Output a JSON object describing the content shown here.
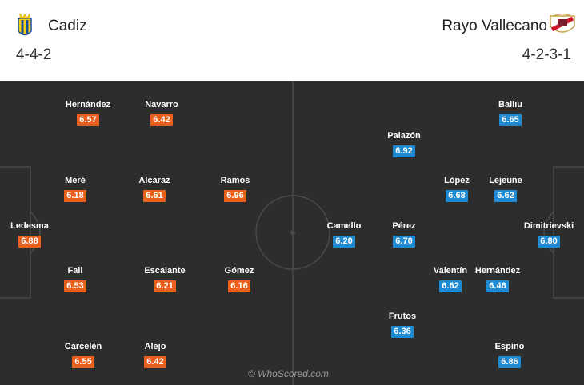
{
  "home": {
    "name": "Cadiz",
    "formation": "4-4-2",
    "players": [
      {
        "name": "Hernández",
        "rating": "6.57"
      },
      {
        "name": "Navarro",
        "rating": "6.42"
      },
      {
        "name": "Meré",
        "rating": "6.18"
      },
      {
        "name": "Alcaraz",
        "rating": "6.61"
      },
      {
        "name": "Ramos",
        "rating": "6.96"
      },
      {
        "name": "Ledesma",
        "rating": "6.88"
      },
      {
        "name": "Fali",
        "rating": "6.53"
      },
      {
        "name": "Escalante",
        "rating": "6.21"
      },
      {
        "name": "Gómez",
        "rating": "6.16"
      },
      {
        "name": "Carcelén",
        "rating": "6.55"
      },
      {
        "name": "Alejo",
        "rating": "6.42"
      }
    ]
  },
  "away": {
    "name": "Rayo Vallecano",
    "formation": "4-2-3-1",
    "players": [
      {
        "name": "Balliu",
        "rating": "6.65"
      },
      {
        "name": "Palazón",
        "rating": "6.92"
      },
      {
        "name": "López",
        "rating": "6.68"
      },
      {
        "name": "Lejeune",
        "rating": "6.62"
      },
      {
        "name": "Camello",
        "rating": "6.20"
      },
      {
        "name": "Pérez",
        "rating": "6.70"
      },
      {
        "name": "Dimitrievski",
        "rating": "6.80"
      },
      {
        "name": "Valentín",
        "rating": "6.62"
      },
      {
        "name": "Hernández",
        "rating": "6.46"
      },
      {
        "name": "Frutos",
        "rating": "6.36"
      },
      {
        "name": "Espino",
        "rating": "6.86"
      }
    ]
  },
  "watermark": "© WhoScored.com",
  "colors": {
    "home_rating": "#e8601c",
    "away_rating": "#1e8ad2",
    "pitch": "#2d2d2d",
    "lines": "#4a4a4a"
  }
}
